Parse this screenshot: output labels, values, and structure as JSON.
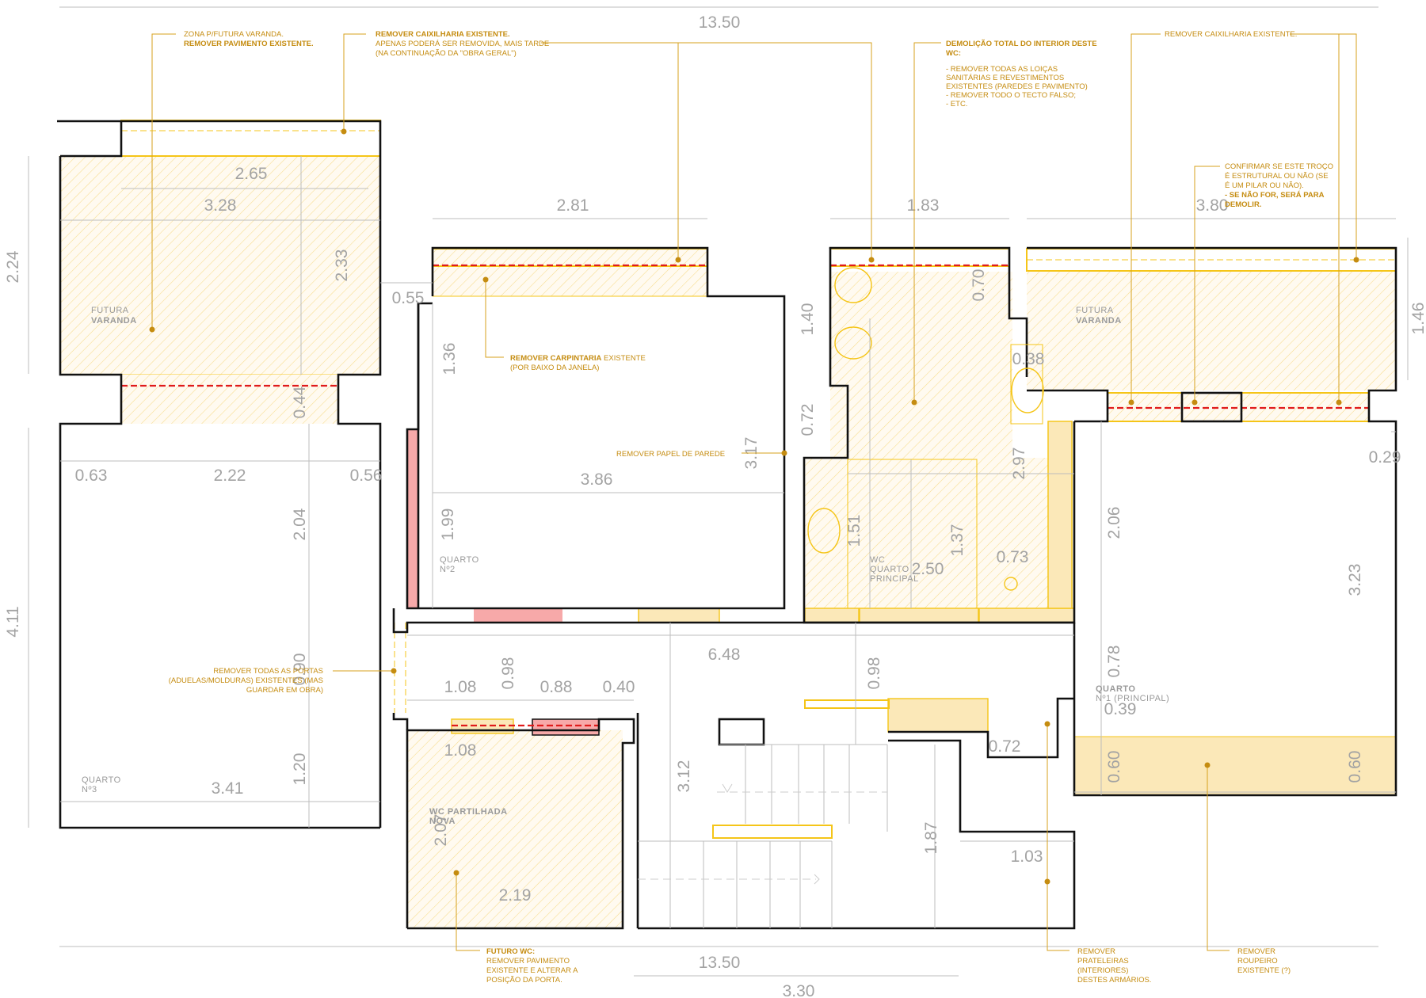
{
  "colors": {
    "wall": "#111111",
    "demolish_yellow": "#f5c518",
    "annotation_text": "#c58c10",
    "red_fill": "#f7a9a9",
    "red_dash": "#e01b1b",
    "cream_fill": "#fbe8b8",
    "dimension_text": "#a3a3a3"
  },
  "dimensions": {
    "top_total": "13.50",
    "bottom_total": "13.50",
    "bottom_sub": "3.30",
    "left_2_24": "2.24",
    "left_4_11": "4.11",
    "right_1_46": "1.46",
    "v_2_65": "2.65",
    "v_3_28": "3.28",
    "v_2_33": "2.33",
    "b2_81": "2.81",
    "b1_83": "1.83",
    "b3_80": "3.80",
    "b0_55": "0.55",
    "b1_36": "1.36",
    "b1_40": "1.40",
    "b0_70": "0.70",
    "b0_38": "0.38",
    "b0_44": "0.44",
    "b0_72a": "0.72",
    "b3_17": "3.17",
    "b0_63": "0.63",
    "b2_22": "2.22",
    "b0_56": "0.56",
    "b3_86": "3.86",
    "b2_97": "2.97",
    "b0_29": "0.29",
    "b2_04": "2.04",
    "b1_99": "1.99",
    "b1_51": "1.51",
    "b1_37": "1.37",
    "b2_50": "2.50",
    "b0_73": "0.73",
    "b2_06": "2.06",
    "b3_23": "3.23",
    "b6_48": "6.48",
    "b0_90": "0.90",
    "b0_98a": "0.98",
    "b0_98b": "0.98",
    "b1_08a": "1.08",
    "b0_88": "0.88",
    "b0_40": "0.40",
    "b0_78": "0.78",
    "b0_39": "0.39",
    "b1_08b": "1.08",
    "b0_72b": "0.72",
    "b1_20": "1.20",
    "b3_41": "3.41",
    "b3_12": "3.12",
    "b0_60a": "0.60",
    "b0_60b": "0.60",
    "b2_07": "2.07",
    "b2_19": "2.19",
    "b1_87": "1.87",
    "b1_03": "1.03"
  },
  "rooms": {
    "varanda_left": {
      "line1": "FUTURA",
      "line2": "VARANDA"
    },
    "varanda_right": {
      "line1": "FUTURA",
      "line2": "VARANDA"
    },
    "quarto2": {
      "line1": "QUARTO",
      "line2": "Nº2"
    },
    "quarto3": {
      "line1": "QUARTO",
      "line2": "Nº3"
    },
    "wc_principal": {
      "line1": "WC",
      "line2": "QUARTO",
      "line3": "PRINCIPAL"
    },
    "quarto_principal": {
      "line1": "QUARTO",
      "line2": "Nº1 (PRINCIPAL)"
    },
    "wc_partilhada": {
      "line1": "WC PARTILHADA",
      "line2": "NOVA"
    }
  },
  "notes": {
    "n1": {
      "line1": "ZONA P/FUTURA VARANDA.",
      "line2": "REMOVER PAVIMENTO EXISTENTE."
    },
    "n2": {
      "line1": "REMOVER CAIXILHARIA EXISTENTE.",
      "line2": "APENAS PODERÁ SER REMOVIDA, MAIS TARDE",
      "line3": "(NA CONTINUAÇÃO DA \"OBRA GERAL\")"
    },
    "n3": {
      "line1": "DEMOLIÇÃO TOTAL DO INTERIOR DESTE",
      "line2": "WC:",
      "line3": "- REMOVER TODAS AS LOIÇAS",
      "line4": "SANITÁRIAS E REVESTIMENTOS",
      "line5": "EXISTENTES (PAREDES E PAVIMENTO)",
      "line6": "- REMOVER TODO O TECTO FALSO;",
      "line7": "- ETC."
    },
    "n4": {
      "line1": "REMOVER CAIXILHARIA EXISTENTE."
    },
    "n5": {
      "line1": "CONFIRMAR SE ESTE TROÇO",
      "line2": "É ESTRUTURAL OU NÃO (SE",
      "line3": "É UM PILAR OU NÃO).",
      "line4": "- SE NÃO FOR, SERÁ PARA",
      "line5": "DEMOLIR."
    },
    "n6": {
      "line1": "REMOVER CARPINTARIA",
      "line1b": " EXISTENTE",
      "line2": "(POR BAIXO DA JANELA)"
    },
    "n7": {
      "line1": "REMOVER PAPEL DE PAREDE"
    },
    "n8": {
      "line1": "REMOVER TODAS AS PORTAS",
      "line2": "(ADUELAS/MOLDURAS) EXISTENTES (MAS",
      "line3": "GUARDAR EM OBRA)"
    },
    "n9": {
      "line1": "FUTURO WC:",
      "line2": "REMOVER PAVIMENTO",
      "line3": "EXISTENTE E ALTERAR A",
      "line4": "POSIÇÃO DA PORTA."
    },
    "n10": {
      "line1": "REMOVER",
      "line2": "PRATELEIRAS",
      "line3": "(INTERIORES)",
      "line4": "DESTES ARMÁRIOS."
    },
    "n11": {
      "line1": "REMOVER",
      "line2": "ROUPEIRO",
      "line3": "EXISTENTE (?)"
    }
  }
}
